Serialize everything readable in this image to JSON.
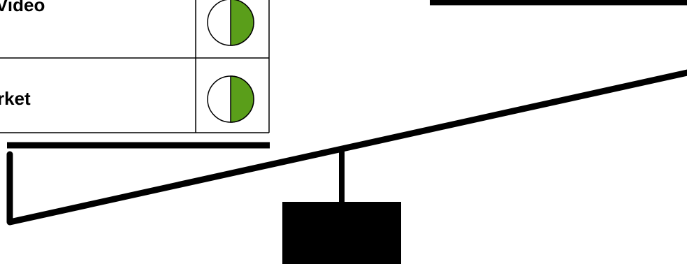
{
  "table": {
    "rows": [
      {
        "label": "Video",
        "rating": 0.5
      },
      {
        "label": "rket",
        "rating": 0.5
      }
    ]
  },
  "colors": {
    "rating_fill": "#5a9e1a",
    "stroke": "#000000",
    "background": "#ffffff"
  }
}
